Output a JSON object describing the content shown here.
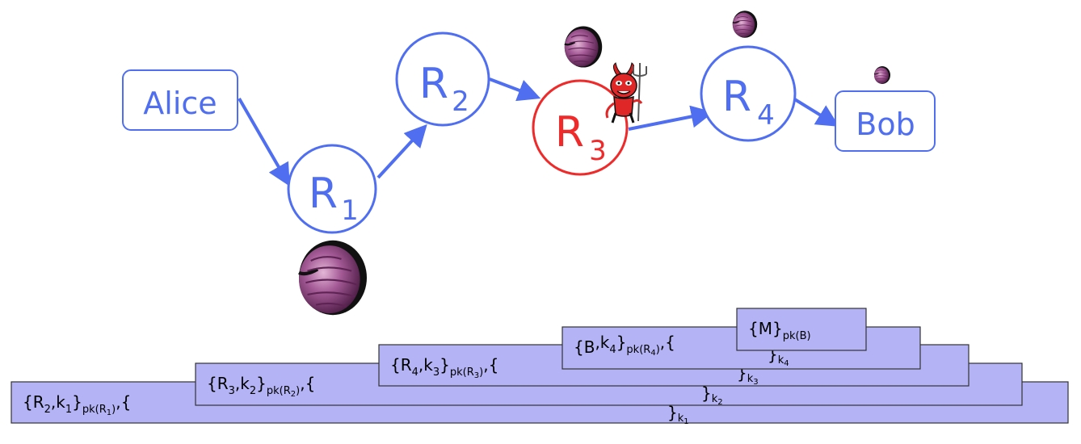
{
  "colors": {
    "node": "#4f6ff0",
    "adversary": "#ee2a2a",
    "layer_fill": "#b3b3f5",
    "layer_stroke": "#333333",
    "onion": "#9c4f8c"
  },
  "nodes": {
    "alice": "Alice",
    "r1": {
      "main": "R",
      "sub": "1"
    },
    "r2": {
      "main": "R",
      "sub": "2"
    },
    "r3": {
      "main": "R",
      "sub": "3"
    },
    "r4": {
      "main": "R",
      "sub": "4"
    },
    "bob": "Bob"
  },
  "icons": {
    "devil": "devil-icon",
    "onion": "onion-icon"
  },
  "layers": [
    {
      "open_a": "{R",
      "open_a_sub": "2",
      "open_b": ",k",
      "open_b_sub": "1",
      "open_c": "}",
      "pk": "pk(R",
      "pk_sub": "1",
      "pk_end": ")",
      "tail": ",{",
      "close": "}",
      "close_sub": "k",
      "close_sub2": "1"
    },
    {
      "open_a": "{R",
      "open_a_sub": "3",
      "open_b": ",k",
      "open_b_sub": "2",
      "open_c": "}",
      "pk": "pk(R",
      "pk_sub": "2",
      "pk_end": ")",
      "tail": ",{",
      "close": "}",
      "close_sub": "k",
      "close_sub2": "2"
    },
    {
      "open_a": "{R",
      "open_a_sub": "4",
      "open_b": ",k",
      "open_b_sub": "3",
      "open_c": "}",
      "pk": "pk(R",
      "pk_sub": "3",
      "pk_end": ")",
      "tail": ",{",
      "close": "}",
      "close_sub": "k",
      "close_sub2": "3"
    },
    {
      "open_a": "{B",
      "open_a_sub": "",
      "open_b": ",k",
      "open_b_sub": "4",
      "open_c": "}",
      "pk": "pk(R",
      "pk_sub": "4",
      "pk_end": ")",
      "tail": ",{",
      "close": "}",
      "close_sub": "k",
      "close_sub2": "4"
    }
  ],
  "message": {
    "main": "{M}",
    "pk": "pk(B)"
  }
}
